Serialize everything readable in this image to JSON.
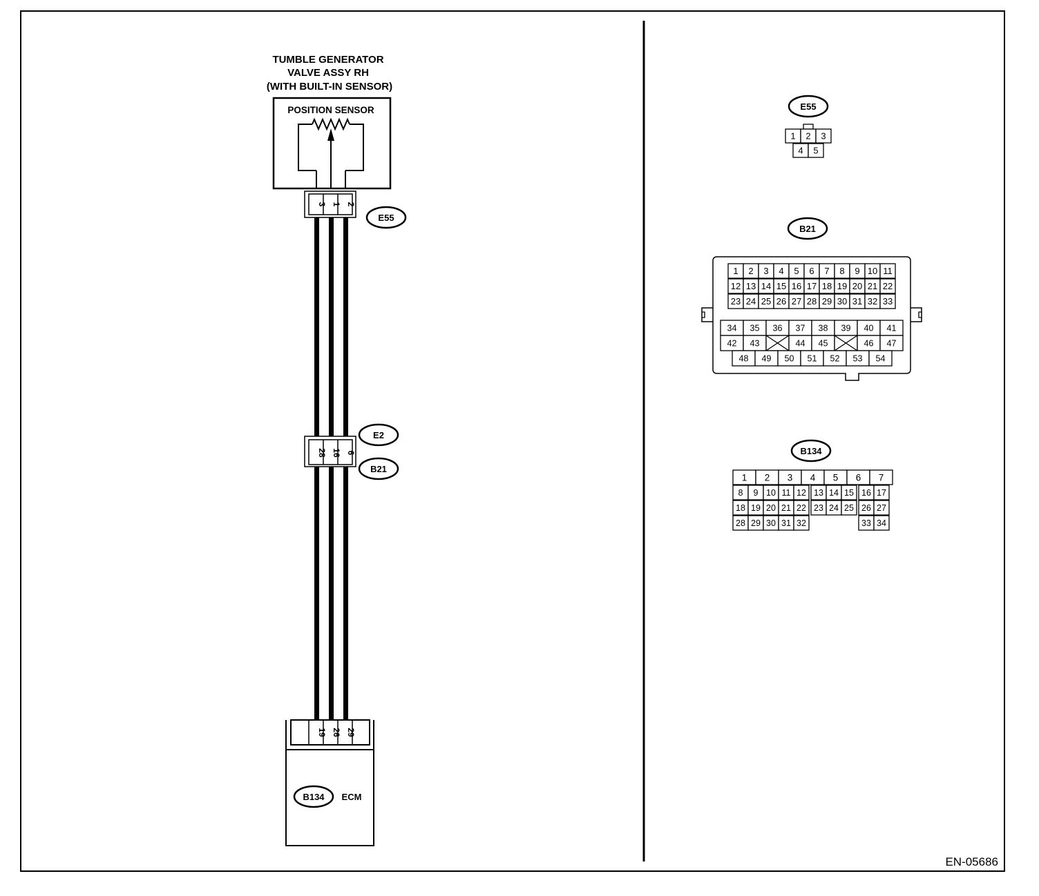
{
  "component": {
    "title_lines": [
      "TUMBLE GENERATOR",
      "VALVE ASSY RH",
      "(WITH BUILT-IN SENSOR)"
    ],
    "sensor_label": "POSITION SENSOR"
  },
  "connectors": {
    "e55_top": {
      "id": "E55",
      "pins": [
        "3",
        "1",
        "2"
      ]
    },
    "middle": {
      "id_upper": "E2",
      "id_lower": "B21",
      "pins": [
        "28",
        "16",
        "6"
      ]
    },
    "ecm": {
      "id": "B134",
      "label": "ECM",
      "pins": [
        "19",
        "26",
        "29"
      ]
    }
  },
  "faces": {
    "e55": {
      "id": "E55",
      "row1": [
        "1",
        "2",
        "3"
      ],
      "row2": [
        "4",
        "5"
      ]
    },
    "b21": {
      "id": "B21",
      "row1": [
        "1",
        "2",
        "3",
        "4",
        "5",
        "6",
        "7",
        "8",
        "9",
        "10",
        "11"
      ],
      "row2": [
        "12",
        "13",
        "14",
        "15",
        "16",
        "17",
        "18",
        "19",
        "20",
        "21",
        "22"
      ],
      "row3": [
        "23",
        "24",
        "25",
        "26",
        "27",
        "28",
        "29",
        "30",
        "31",
        "32",
        "33"
      ],
      "row4": [
        "34",
        "35",
        "36",
        "37",
        "38",
        "39",
        "40",
        "41"
      ],
      "row5": [
        "42",
        "43",
        "",
        "44",
        "45",
        "",
        "46",
        "47"
      ],
      "row6": [
        "48",
        "49",
        "50",
        "51",
        "52",
        "53",
        "54"
      ]
    },
    "b134": {
      "id": "B134",
      "row1": [
        "1",
        "2",
        "3",
        "4",
        "5",
        "6",
        "7"
      ],
      "row2": [
        "8",
        "9",
        "10",
        "11",
        "12",
        "13",
        "14",
        "15",
        "16",
        "17"
      ],
      "row3": [
        "18",
        "19",
        "20",
        "21",
        "22",
        "23",
        "24",
        "25",
        "26",
        "27"
      ],
      "row4": [
        "28",
        "29",
        "30",
        "31",
        "32",
        "33",
        "34"
      ]
    }
  },
  "figure_code": "EN-05686"
}
